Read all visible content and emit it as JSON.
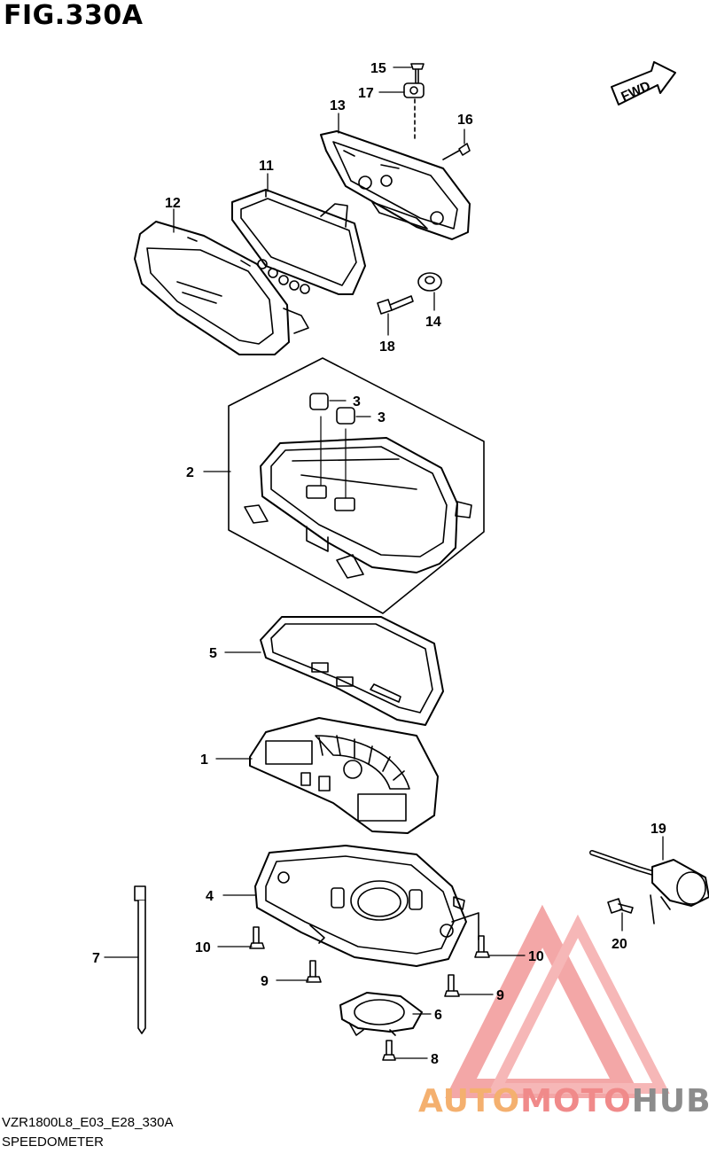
{
  "figure_title": "FIG.330A",
  "model_code": "VZR1800L8_E03_E28_330A",
  "section_name": "SPEEDOMETER",
  "fwd_label": "FWD",
  "watermark": {
    "part1": "AUTO",
    "part2": "MOTO",
    "part3": "HUB",
    "colors": {
      "auto": "#f4b06f",
      "moto": "#f08a8a",
      "hub": "#8c8c8c",
      "logo": "#f08a8a"
    }
  },
  "callouts": [
    {
      "key": "c1",
      "label": "1"
    },
    {
      "key": "c2",
      "label": "2"
    },
    {
      "key": "c3a",
      "label": "3"
    },
    {
      "key": "c3b",
      "label": "3"
    },
    {
      "key": "c4",
      "label": "4"
    },
    {
      "key": "c5",
      "label": "5"
    },
    {
      "key": "c6",
      "label": "6"
    },
    {
      "key": "c7",
      "label": "7"
    },
    {
      "key": "c8",
      "label": "8"
    },
    {
      "key": "c9a",
      "label": "9"
    },
    {
      "key": "c9b",
      "label": "9"
    },
    {
      "key": "c10a",
      "label": "10"
    },
    {
      "key": "c10b",
      "label": "10"
    },
    {
      "key": "c11",
      "label": "11"
    },
    {
      "key": "c12",
      "label": "12"
    },
    {
      "key": "c13",
      "label": "13"
    },
    {
      "key": "c14",
      "label": "14"
    },
    {
      "key": "c15",
      "label": "15"
    },
    {
      "key": "c16",
      "label": "16"
    },
    {
      "key": "c17",
      "label": "17"
    },
    {
      "key": "c18",
      "label": "18"
    },
    {
      "key": "c19",
      "label": "19"
    },
    {
      "key": "c20",
      "label": "20"
    }
  ]
}
